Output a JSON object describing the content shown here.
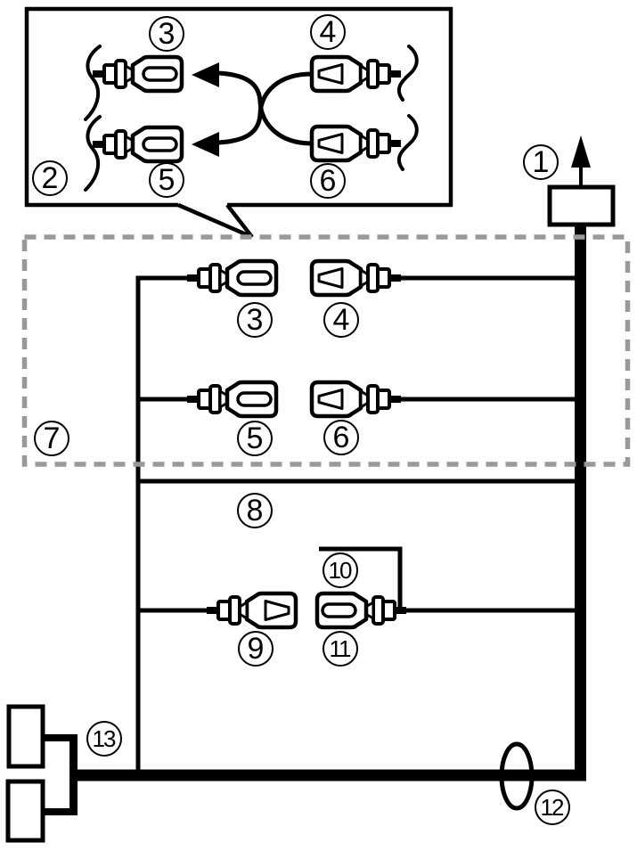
{
  "figure": {
    "kind": "wiring-diagram",
    "description_visible_text_only": true
  },
  "colors": {
    "line": "#000000",
    "dashed": "#999999",
    "bg": "#ffffff"
  },
  "labels": {
    "l1": "1",
    "l2": "2",
    "callout_3": "3",
    "callout_4": "4",
    "callout_5": "5",
    "callout_6": "6",
    "box_3": "3",
    "box_4": "4",
    "box_5": "5",
    "box_6": "6",
    "l7": "7",
    "l8": "8",
    "l9": "9",
    "l10": "10",
    "l11": "11",
    "l12": "12",
    "l13": "13"
  }
}
